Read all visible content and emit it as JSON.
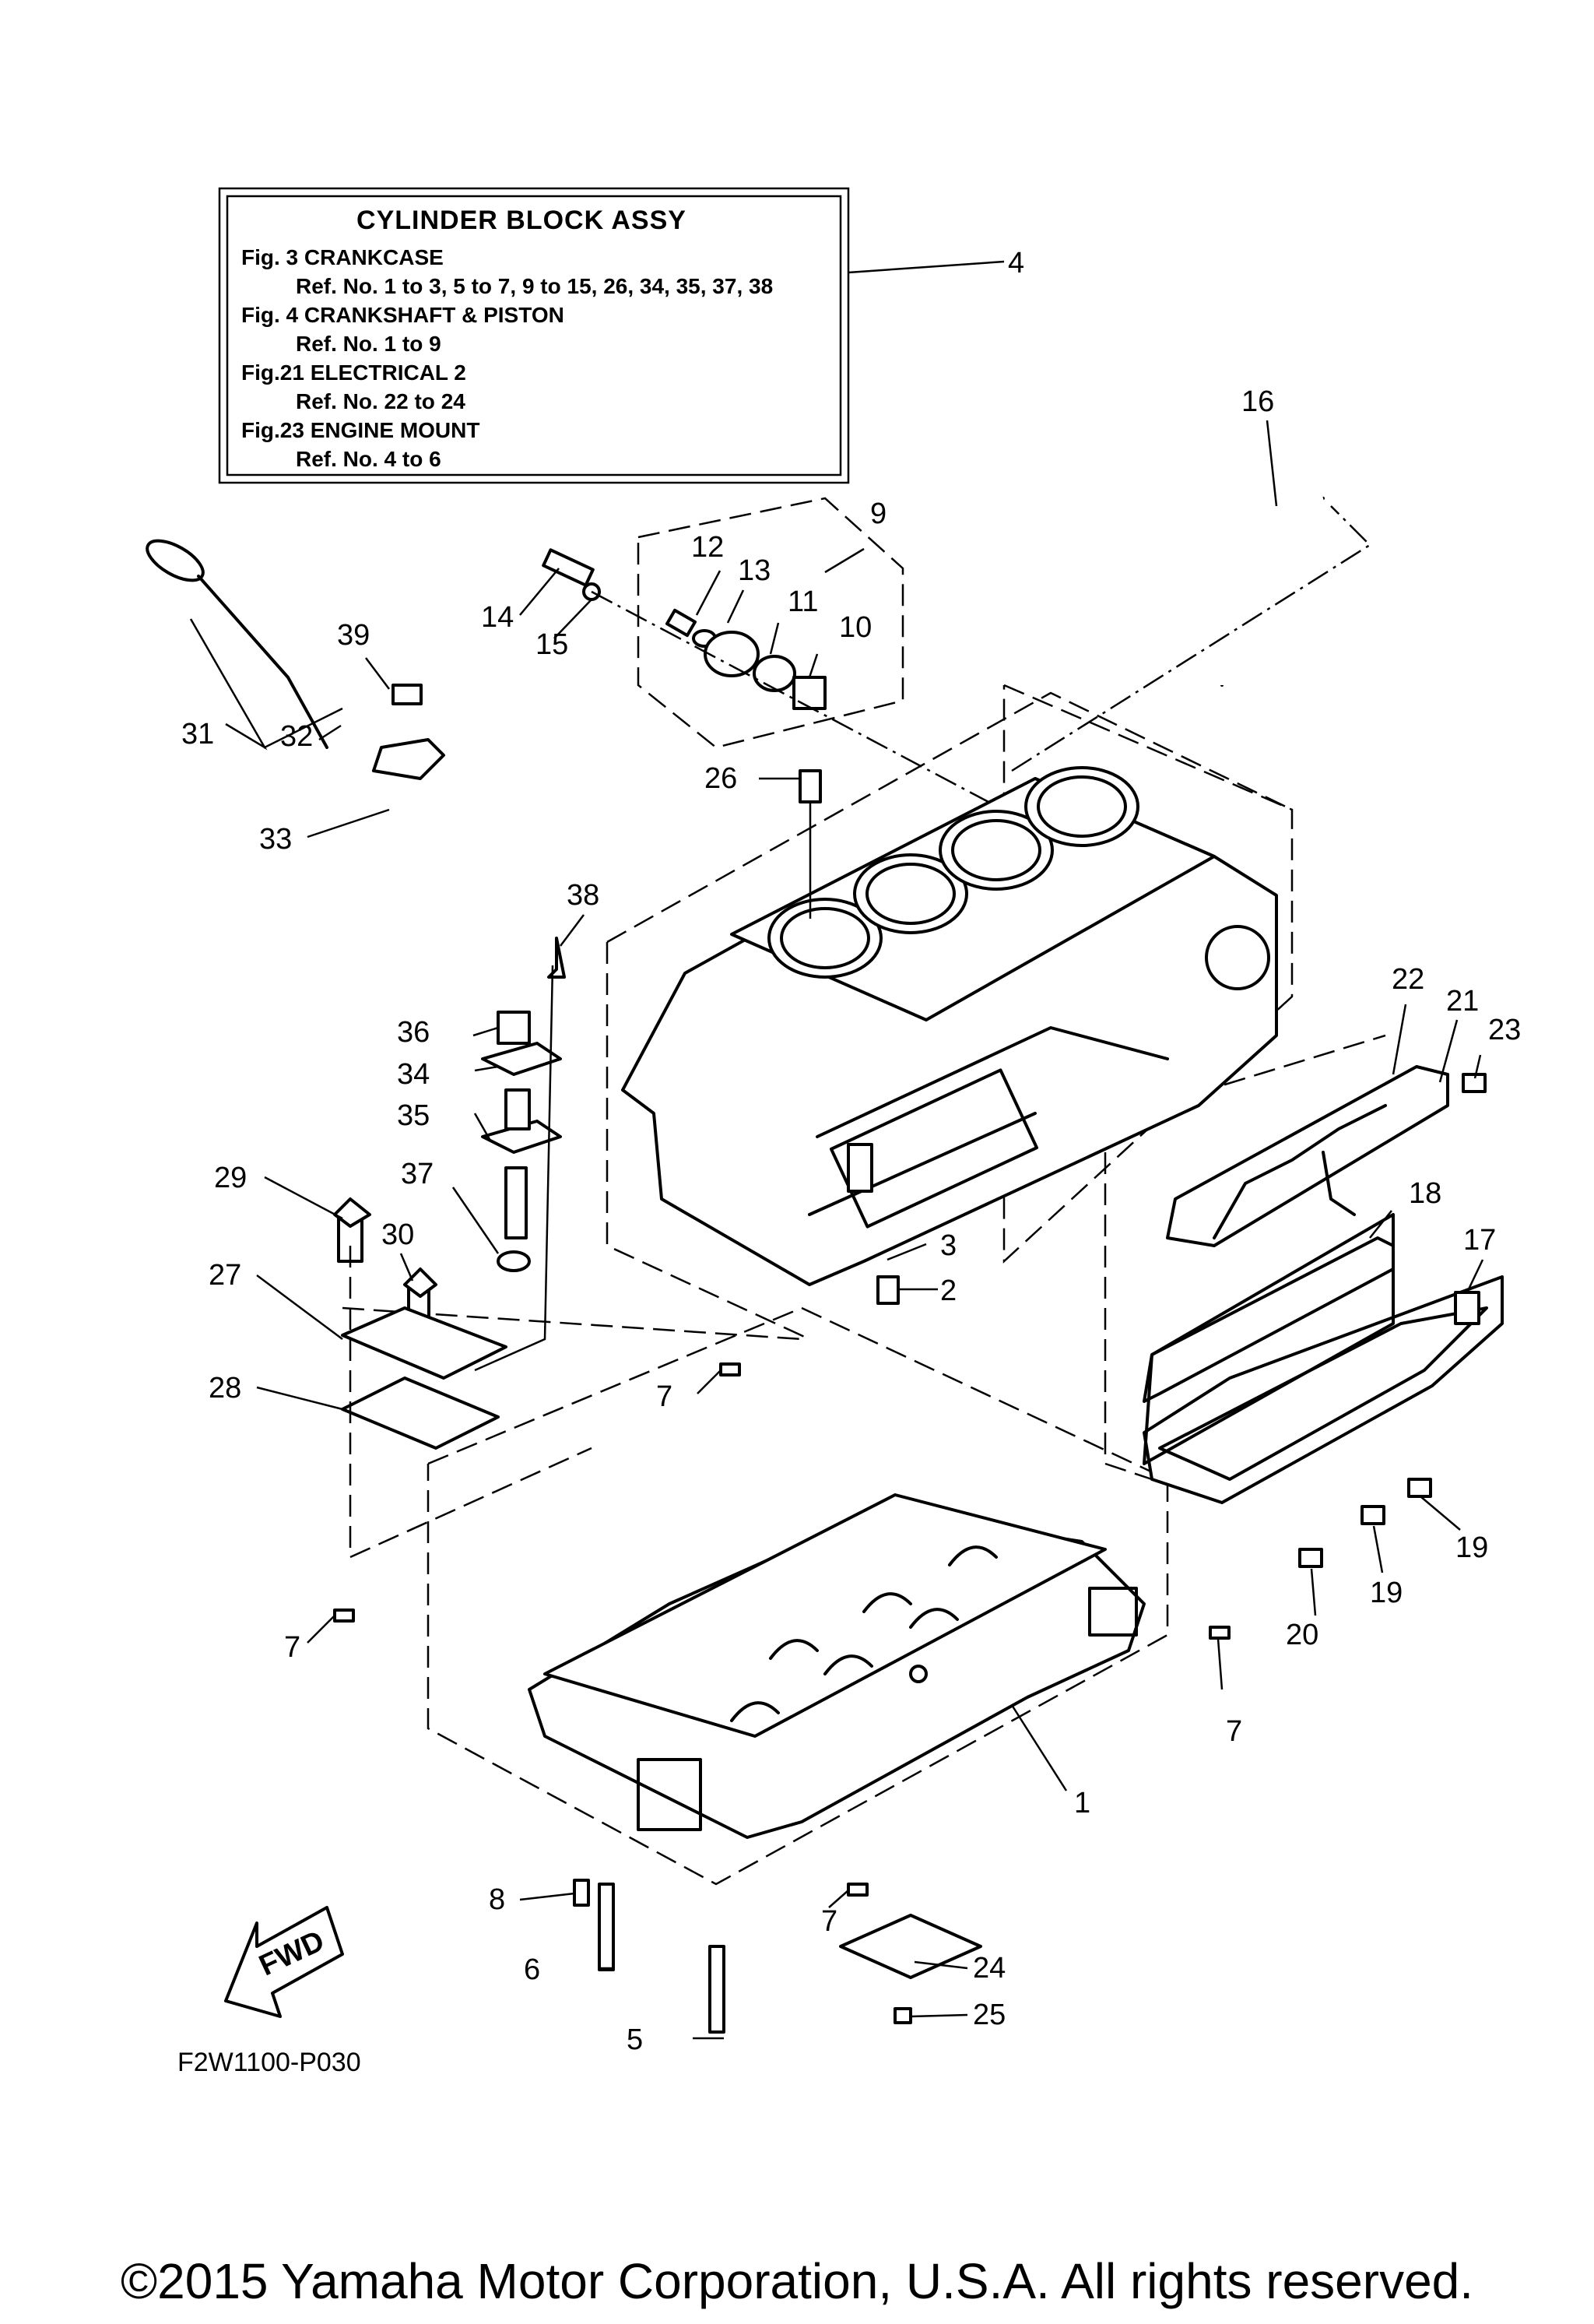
{
  "legend_box": {
    "title": "CYLINDER BLOCK ASSY",
    "lines": [
      "Fig.  3 CRANKCASE",
      "Ref. No. 1 to 3, 5 to 7, 9 to 15, 26, 34, 35, 37, 38",
      "Fig.  4 CRANKSHAFT & PISTON",
      "Ref. No. 1 to 9",
      "Fig.21 ELECTRICAL 2",
      "Ref. No. 22 to 24",
      "Fig.23 ENGINE MOUNT",
      "Ref. No. 4 to 6"
    ]
  },
  "callouts": [
    {
      "id": "c1",
      "label": "1"
    },
    {
      "id": "c2",
      "label": "2"
    },
    {
      "id": "c3",
      "label": "3"
    },
    {
      "id": "c4",
      "label": "4"
    },
    {
      "id": "c5",
      "label": "5"
    },
    {
      "id": "c6",
      "label": "6"
    },
    {
      "id": "c7a",
      "label": "7"
    },
    {
      "id": "c7b",
      "label": "7"
    },
    {
      "id": "c7c",
      "label": "7"
    },
    {
      "id": "c7d",
      "label": "7"
    },
    {
      "id": "c8",
      "label": "8"
    },
    {
      "id": "c9",
      "label": "9"
    },
    {
      "id": "c10",
      "label": "10"
    },
    {
      "id": "c11",
      "label": "11"
    },
    {
      "id": "c12",
      "label": "12"
    },
    {
      "id": "c13",
      "label": "13"
    },
    {
      "id": "c14",
      "label": "14"
    },
    {
      "id": "c15",
      "label": "15"
    },
    {
      "id": "c16",
      "label": "16"
    },
    {
      "id": "c17",
      "label": "17"
    },
    {
      "id": "c18",
      "label": "18"
    },
    {
      "id": "c19a",
      "label": "19"
    },
    {
      "id": "c19b",
      "label": "19"
    },
    {
      "id": "c20",
      "label": "20"
    },
    {
      "id": "c21",
      "label": "21"
    },
    {
      "id": "c22",
      "label": "22"
    },
    {
      "id": "c23",
      "label": "23"
    },
    {
      "id": "c24",
      "label": "24"
    },
    {
      "id": "c25",
      "label": "25"
    },
    {
      "id": "c26",
      "label": "26"
    },
    {
      "id": "c27",
      "label": "27"
    },
    {
      "id": "c28",
      "label": "28"
    },
    {
      "id": "c29",
      "label": "29"
    },
    {
      "id": "c30",
      "label": "30"
    },
    {
      "id": "c31",
      "label": "31"
    },
    {
      "id": "c32",
      "label": "32"
    },
    {
      "id": "c33",
      "label": "33"
    },
    {
      "id": "c34",
      "label": "34"
    },
    {
      "id": "c35",
      "label": "35"
    },
    {
      "id": "c36",
      "label": "36"
    },
    {
      "id": "c37",
      "label": "37"
    },
    {
      "id": "c38",
      "label": "38"
    },
    {
      "id": "c39",
      "label": "39"
    }
  ],
  "fwd_label": "FWD",
  "figure_code": "F2W1100-P030",
  "copyright": "©2015 Yamaha Motor Corporation, U.S.A. All rights reserved."
}
